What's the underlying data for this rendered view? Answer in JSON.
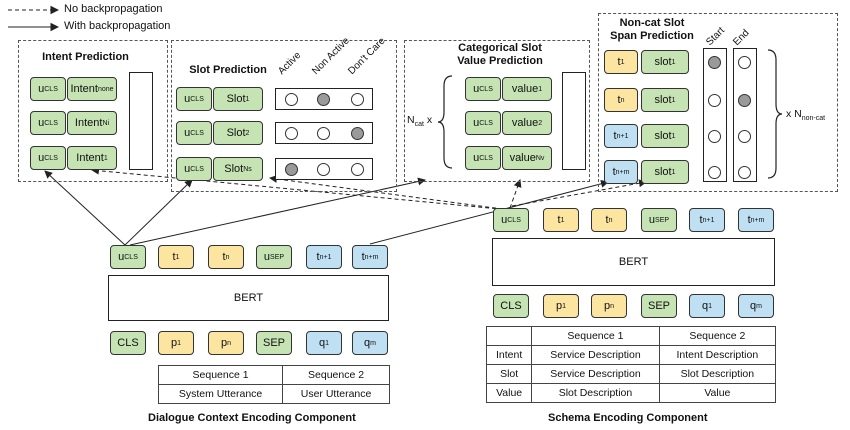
{
  "legend": {
    "no_backprop": "No backpropagation",
    "with_backprop": "With backpropagation"
  },
  "panels": {
    "intent": {
      "title": "Intent Prediction",
      "rows": [
        {
          "u": "u",
          "u_sub": "CLS",
          "label": "Intent",
          "label_sub": "none",
          "state": "empty"
        },
        {
          "u": "u",
          "u_sub": "CLS",
          "label": "Intent",
          "label_sub": "Ni",
          "state": "filled"
        },
        {
          "u": "u",
          "u_sub": "CLS",
          "label": "Intent",
          "label_sub": "1",
          "state": "empty"
        }
      ]
    },
    "slot": {
      "title": "Slot Prediction",
      "columns": [
        "Active",
        "Non Active",
        "Don't Care"
      ],
      "rows": [
        {
          "u": "u",
          "u_sub": "CLS",
          "label": "Slot",
          "label_sub": "1",
          "filled_index": 1
        },
        {
          "u": "u",
          "u_sub": "CLS",
          "label": "Slot",
          "label_sub": "2",
          "filled_index": 2
        },
        {
          "u": "u",
          "u_sub": "CLS",
          "label": "Slot",
          "label_sub": "Ns",
          "filled_index": 0
        }
      ]
    },
    "cat": {
      "title_line1": "Categorical Slot",
      "title_line2": "Value Prediction",
      "multiplier": "N",
      "multiplier_sub": "cat",
      "multiplier_suffix": "x",
      "rows": [
        {
          "u": "u",
          "u_sub": "CLS",
          "label": "value",
          "label_sub": "1",
          "state": "empty"
        },
        {
          "u": "u",
          "u_sub": "CLS",
          "label": "value",
          "label_sub": "2",
          "state": "filled"
        },
        {
          "u": "u",
          "u_sub": "CLS",
          "label": "value",
          "label_sub": "Nv",
          "state": "empty"
        }
      ]
    },
    "noncat": {
      "title_line1": "Non-cat Slot",
      "title_line2": "Span Prediction",
      "col_start": "Start",
      "col_end": "End",
      "multiplier_prefix": "x N",
      "multiplier_sub": "non-cat",
      "rows": [
        {
          "t": "t",
          "t_sub": "1",
          "color": "yellow",
          "label": "slot",
          "label_sub": "1",
          "start": "filled",
          "end": "empty"
        },
        {
          "t": "t",
          "t_sub": "n",
          "color": "yellow",
          "label": "slot",
          "label_sub": "1",
          "start": "empty",
          "end": "filled"
        },
        {
          "t": "t",
          "t_sub": "n+1",
          "color": "blue",
          "label": "slot",
          "label_sub": "1",
          "start": "empty",
          "end": "empty"
        },
        {
          "t": "t",
          "t_sub": "n+m",
          "color": "blue",
          "label": "slot",
          "label_sub": "1",
          "start": "empty",
          "end": "empty"
        }
      ]
    }
  },
  "dialogue": {
    "bert_label": "BERT",
    "outputs": [
      {
        "text": "u",
        "sub": "CLS",
        "color": "green"
      },
      {
        "text": "t",
        "sub": "1",
        "color": "yellow"
      },
      {
        "text": "t",
        "sub": "n",
        "color": "yellow"
      },
      {
        "text": "u",
        "sub": "SEP",
        "color": "green"
      },
      {
        "text": "t",
        "sub": "n+1",
        "color": "blue"
      },
      {
        "text": "t",
        "sub": "n+m",
        "color": "blue"
      }
    ],
    "inputs": [
      {
        "text": "CLS",
        "sub": "",
        "color": "green"
      },
      {
        "text": "p",
        "sub": "1",
        "color": "yellow"
      },
      {
        "text": "p",
        "sub": "n",
        "color": "yellow"
      },
      {
        "text": "SEP",
        "sub": "",
        "color": "green"
      },
      {
        "text": "q",
        "sub": "1",
        "color": "blue"
      },
      {
        "text": "q",
        "sub": "m",
        "color": "blue"
      }
    ],
    "table": {
      "header": [
        "Sequence 1",
        "Sequence 2"
      ],
      "row": [
        "System Utterance",
        "User Utterance"
      ]
    },
    "caption": "Dialogue Context Encoding Component"
  },
  "schema": {
    "bert_label": "BERT",
    "outputs": [
      {
        "text": "u",
        "sub": "CLS",
        "color": "green"
      },
      {
        "text": "t",
        "sub": "1",
        "color": "yellow"
      },
      {
        "text": "t",
        "sub": "n",
        "color": "yellow"
      },
      {
        "text": "u",
        "sub": "SEP",
        "color": "green"
      },
      {
        "text": "t",
        "sub": "n+1",
        "color": "blue"
      },
      {
        "text": "t",
        "sub": "n+m",
        "color": "blue"
      }
    ],
    "inputs": [
      {
        "text": "CLS",
        "sub": "",
        "color": "green"
      },
      {
        "text": "p",
        "sub": "1",
        "color": "yellow"
      },
      {
        "text": "p",
        "sub": "n",
        "color": "yellow"
      },
      {
        "text": "SEP",
        "sub": "",
        "color": "green"
      },
      {
        "text": "q",
        "sub": "1",
        "color": "blue"
      },
      {
        "text": "q",
        "sub": "m",
        "color": "blue"
      }
    ],
    "table": {
      "header": [
        "",
        "Sequence 1",
        "Sequence 2"
      ],
      "rows": [
        [
          "Intent",
          "Service Description",
          "Intent Description"
        ],
        [
          "Slot",
          "Service Description",
          "Slot Description"
        ],
        [
          "Value",
          "Slot Description",
          "Value"
        ]
      ]
    },
    "caption": "Schema Encoding Component"
  },
  "colors": {
    "green": "#c5e3b3",
    "yellow": "#fbe5a0",
    "blue": "#bfe0f3",
    "filled_circle": "#9a9a9a"
  }
}
